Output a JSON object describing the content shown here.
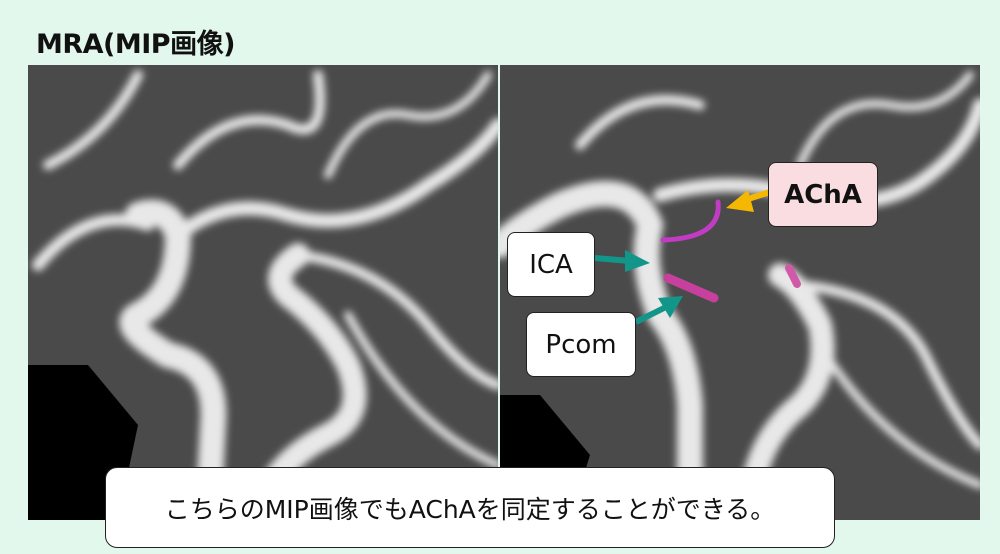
{
  "title": "MRA(MIP画像)",
  "labels": {
    "ica": "ICA",
    "pcom": "Pcom",
    "acha": "AChA"
  },
  "caption": "こちらのMIP画像でもAChAを同定することができる。",
  "colors": {
    "background": "#e2f8ec",
    "teal_arrow": "#13968a",
    "yellow_arrow": "#f5b800",
    "magenta": "#c23bc4",
    "acha_box": "#f9dde0"
  }
}
